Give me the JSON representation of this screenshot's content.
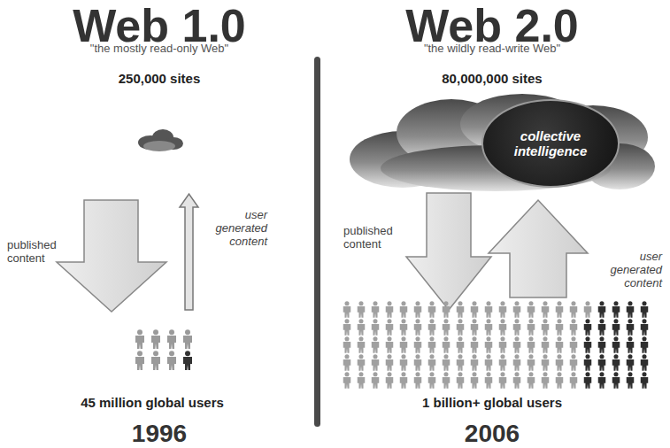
{
  "diagram": {
    "nodes": [
      {
        "text": [
          "collective intelligence"
        ]
      }
    ],
    "labels": [
      "Web 1.0",
      "\"the mostly read-only Web\"",
      "250,000 sites",
      "published content",
      "user generated content",
      "45 million global users",
      "1996",
      "Web 2.0",
      "\"the wildly read-write Web\"",
      "80,000,000 sites",
      "published content",
      "user generated content",
      "1 billion+ global users",
      "2006"
    ]
  }
}
